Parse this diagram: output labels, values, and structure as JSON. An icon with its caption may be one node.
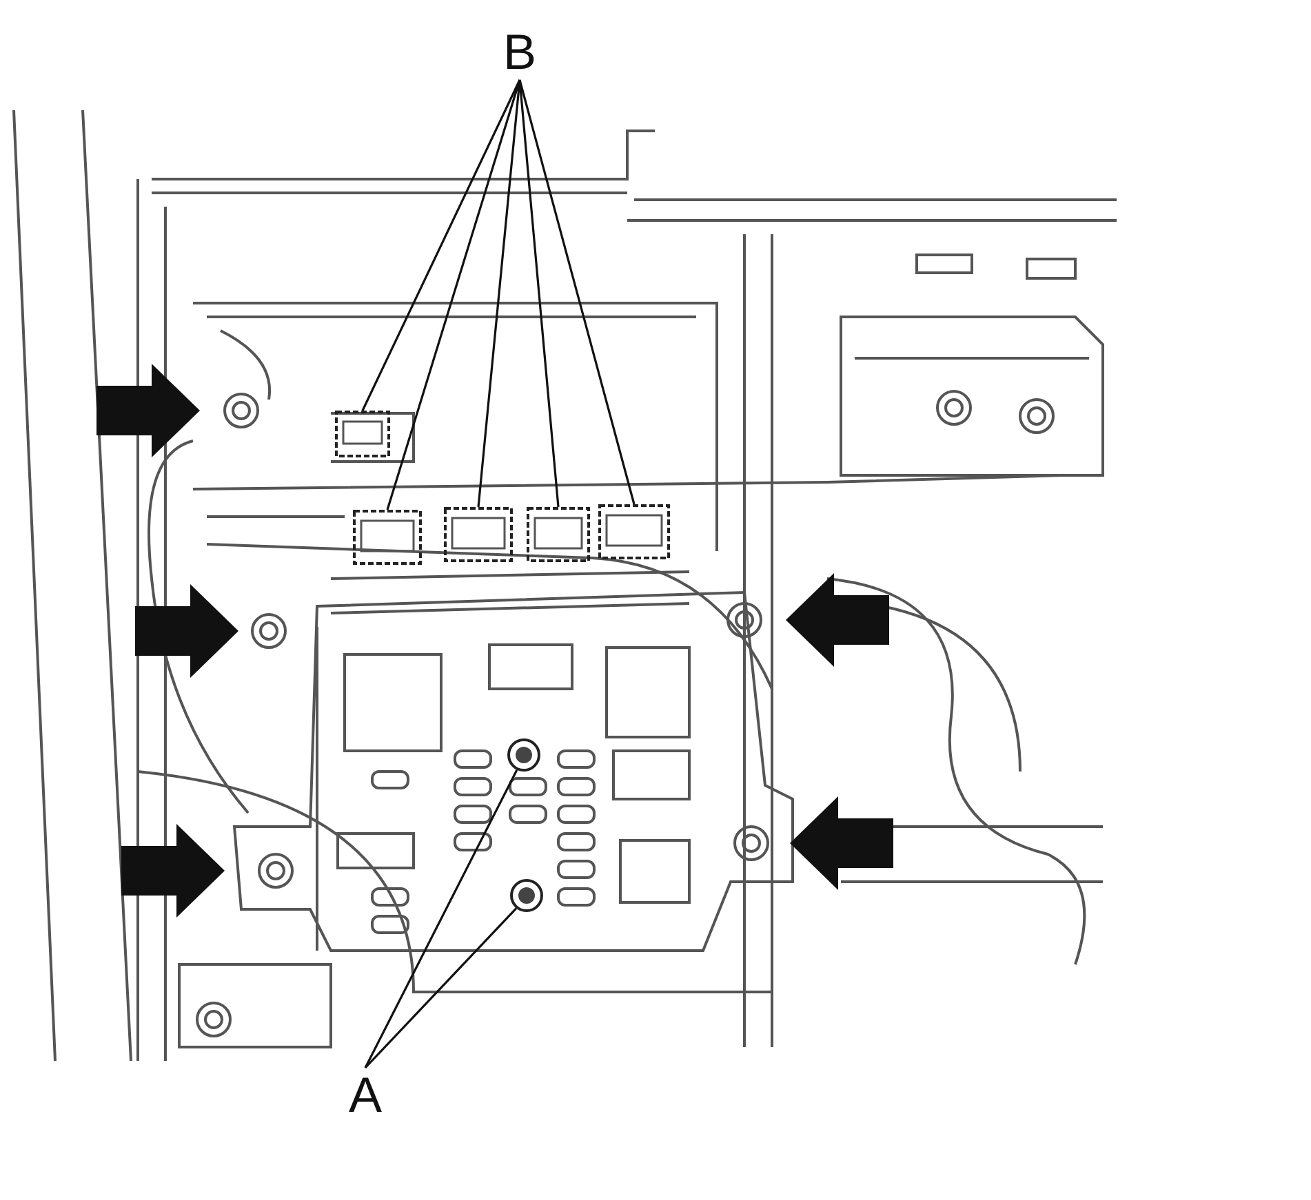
{
  "diagram": {
    "nodes": [
      {
        "text": [
          "B"
        ]
      },
      {
        "text": [],
        "shape": "box"
      },
      {
        "text": [],
        "shape": "box"
      },
      {
        "text": [],
        "shape": "box"
      },
      {
        "text": [],
        "shape": "box"
      },
      {
        "text": [],
        "shape": "box"
      },
      {
        "text": [
          "A"
        ]
      },
      {
        "text": [],
        "shape": "circle"
      },
      {
        "text": [],
        "shape": "circle"
      }
    ],
    "edges": [
      {
        "from": 0,
        "to": 1,
        "arrow": "none"
      },
      {
        "from": 0,
        "to": 2,
        "arrow": "none"
      },
      {
        "from": 0,
        "to": 3,
        "arrow": "none"
      },
      {
        "from": 0,
        "to": 4,
        "arrow": "none"
      },
      {
        "from": 0,
        "to": 5,
        "arrow": "none"
      },
      {
        "from": 6,
        "to": 7,
        "arrow": "none"
      },
      {
        "from": 6,
        "to": 8,
        "arrow": "none"
      }
    ]
  }
}
